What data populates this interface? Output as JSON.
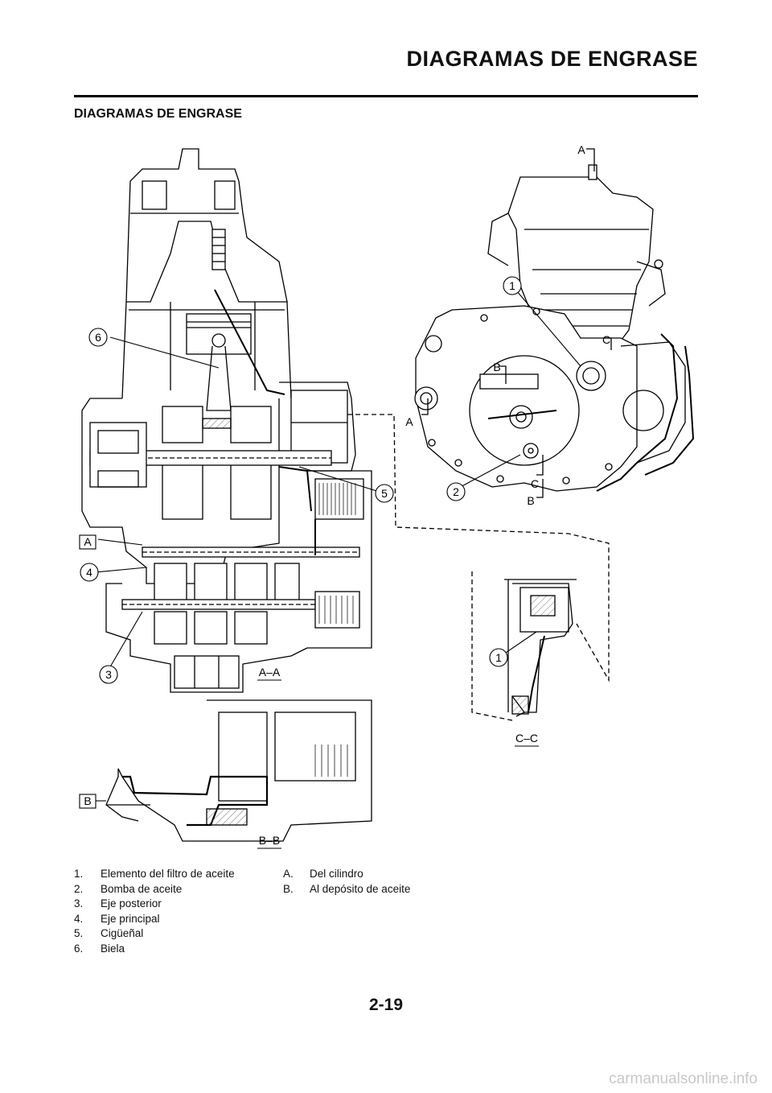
{
  "header": {
    "title": "DIAGRAMAS DE ENGRASE"
  },
  "section": {
    "title": "DIAGRAMAS DE ENGRASE"
  },
  "figure": {
    "callouts": {
      "c1": "1",
      "c1b": "1",
      "c2": "2",
      "c3": "3",
      "c4": "4",
      "c5": "5",
      "c6": "6"
    },
    "boxed": {
      "A": "A",
      "B": "B"
    },
    "markers": {
      "A_top": "A",
      "A_mid": "A",
      "B_top": "B",
      "B_bot": "B",
      "C_top": "C",
      "C_bot": "C"
    },
    "sections": {
      "aa": "A–A",
      "bb": "B–B",
      "cc": "C–C"
    }
  },
  "legend": {
    "left": [
      {
        "key": "1.",
        "text": "Elemento del filtro de aceite"
      },
      {
        "key": "2.",
        "text": "Bomba de aceite"
      },
      {
        "key": "3.",
        "text": "Eje posterior"
      },
      {
        "key": "4.",
        "text": "Eje principal"
      },
      {
        "key": "5.",
        "text": "Cigüeñal"
      },
      {
        "key": "6.",
        "text": "Biela"
      }
    ],
    "right": [
      {
        "key": "A.",
        "text": "Del cilindro"
      },
      {
        "key": "B.",
        "text": "Al depósito de aceite"
      }
    ]
  },
  "page": {
    "number": "2-19"
  },
  "watermark": "carmanualsonline.info"
}
